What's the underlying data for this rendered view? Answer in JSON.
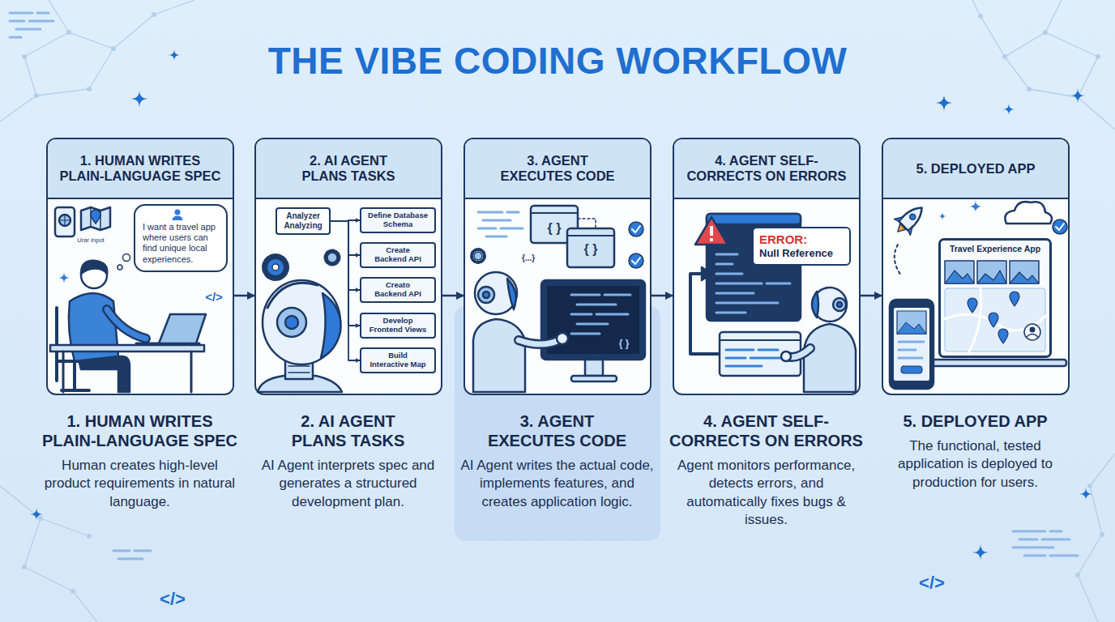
{
  "diagram": {
    "title": "THE VIBE CODING WORKFLOW",
    "nodes": [
      {
        "text": [
          "1. HUMAN WRITES PLAIN-LANGUAGE SPEC",
          "1. HUMAN WRITES PLAIN-LANGUAGE SPEC",
          "Human creates high-level product requirements in natural language."
        ]
      },
      {
        "text": [
          "I want a travel app where users can find unique local experiences."
        ],
        "in": 0
      },
      {
        "text": [
          "2. AI AGENT PLANS TASKS",
          "2. AI AGENT PLANS TASKS",
          "AI Agent interprets spec and generates a structured development plan."
        ]
      },
      {
        "text": [
          "Analyzer Analyzing"
        ],
        "in": 2
      },
      {
        "text": [
          "Define Database Schema"
        ],
        "in": 2
      },
      {
        "text": [
          "Create Backend API"
        ],
        "in": 2
      },
      {
        "text": [
          "Creato Backend API"
        ],
        "in": 2
      },
      {
        "text": [
          "Develop Frontend Views"
        ],
        "in": 2
      },
      {
        "text": [
          "Build Interactive Map"
        ],
        "in": 2
      },
      {
        "text": [
          "3. AGENT EXECUTES CODE",
          "3. AGENT EXECUTES CODE",
          "AI Agent writes the actual code, implements features, and creates application logic."
        ]
      },
      {
        "text": [
          "4. AGENT SELF-CORRECTS ON ERRORS",
          "4. AGENT SELF-CORRECTS ON ERRORS",
          "Agent monitors performance, detects errors, and automatically fixes bugs & issues."
        ]
      },
      {
        "text": [
          "ERROR:",
          "Null Reference"
        ],
        "in": 10
      },
      {
        "text": [
          "5. DEPLOYED APP",
          "5. DEPLOYED APP",
          "The functional, tested application is deployed to production for users."
        ]
      },
      {
        "text": [
          "Travel Experience App"
        ],
        "in": 12
      }
    ],
    "edges": [
      {
        "from": 0,
        "to": 2,
        "arrow": "to"
      },
      {
        "from": 2,
        "to": 9,
        "arrow": "to"
      },
      {
        "from": 9,
        "to": 10,
        "arrow": "to"
      },
      {
        "from": 10,
        "to": 12,
        "arrow": "to"
      },
      {
        "from": 3,
        "to": 4,
        "arrow": "to"
      },
      {
        "from": 3,
        "to": 5,
        "arrow": "to"
      },
      {
        "from": 3,
        "to": 6,
        "arrow": "to"
      },
      {
        "from": 3,
        "to": 7,
        "arrow": "to"
      },
      {
        "from": 3,
        "to": 8,
        "arrow": "to"
      }
    ],
    "labels": [
      "Urar Inpot",
      "</>",
      "{ }",
      "{ }",
      "{...}",
      "{ }",
      "</>",
      "</>"
    ]
  }
}
